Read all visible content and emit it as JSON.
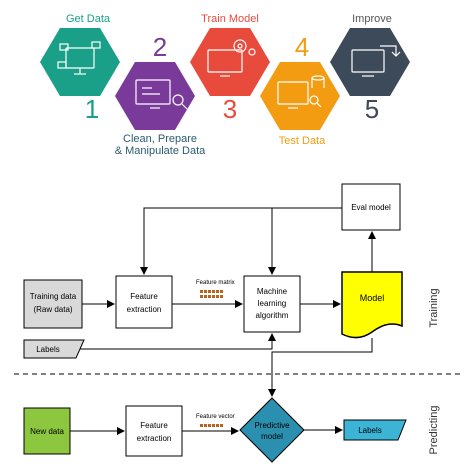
{
  "steps": [
    {
      "number": "1",
      "label": "Get Data",
      "color": "#1aa088"
    },
    {
      "number": "2",
      "label_line1": "Clean, Prepare",
      "label_line2": "& Manipulate Data",
      "color": "#7a3a9a"
    },
    {
      "number": "3",
      "label": "Train Model",
      "color": "#e84b3c"
    },
    {
      "number": "4",
      "label": "Test Data",
      "color": "#f39c12"
    },
    {
      "number": "5",
      "label": "Improve",
      "color": "#3d4a59"
    }
  ],
  "training": {
    "training_data_line1": "Training data",
    "training_data_line2": "(Raw data)",
    "labels": "Labels",
    "feature_extraction_line1": "Feature",
    "feature_extraction_line2": "extraction",
    "feature_matrix": "Feature matrix",
    "ml_line1": "Machine",
    "ml_line2": "learning",
    "ml_line3": "algorithm",
    "model": "Model",
    "eval_model": "Eval model",
    "section_label": "Training"
  },
  "predicting": {
    "new_data": "New data",
    "feature_extraction_line1": "Feature",
    "feature_extraction_line2": "extraction",
    "feature_vector": "Feature vector",
    "predictive_line1": "Predictive",
    "predictive_line2": "model",
    "labels": "Labels",
    "section_label": "Predicting"
  },
  "colors": {
    "model_fill": "#ffff00",
    "new_data_fill": "#8dc63f",
    "predictive_fill": "#2b8fb0",
    "labels_out_fill": "#3cb4d6",
    "raw_data_fill": "#d9d9d9",
    "feature_dots": "#b5651d"
  }
}
